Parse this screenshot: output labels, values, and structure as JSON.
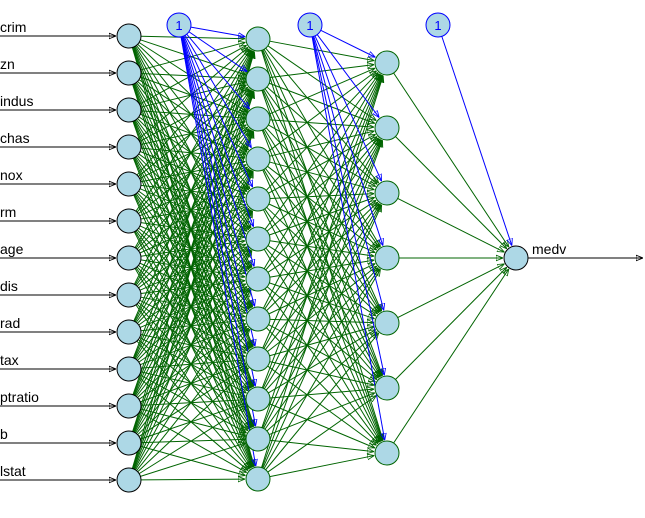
{
  "diagram": {
    "type": "neural-network",
    "colors": {
      "node_fill": "#add8e6",
      "weight_edge": "#006400",
      "bias_edge": "#0000ff",
      "input_output_line": "#000000",
      "hidden_border": "#006400",
      "bias_border": "#0000ff",
      "io_border": "#000000"
    },
    "layers": [
      {
        "name": "input",
        "nodes": [
          "crim",
          "zn",
          "indus",
          "chas",
          "nox",
          "rm",
          "age",
          "dis",
          "rad",
          "tax",
          "ptratio",
          "b",
          "lstat"
        ]
      },
      {
        "name": "hidden1",
        "size": 12
      },
      {
        "name": "hidden2",
        "size": 7
      },
      {
        "name": "output",
        "nodes": [
          "medv"
        ]
      }
    ],
    "bias_nodes": [
      {
        "label": "1",
        "feeds": "hidden1"
      },
      {
        "label": "1",
        "feeds": "hidden2"
      },
      {
        "label": "1",
        "feeds": "output"
      }
    ]
  }
}
